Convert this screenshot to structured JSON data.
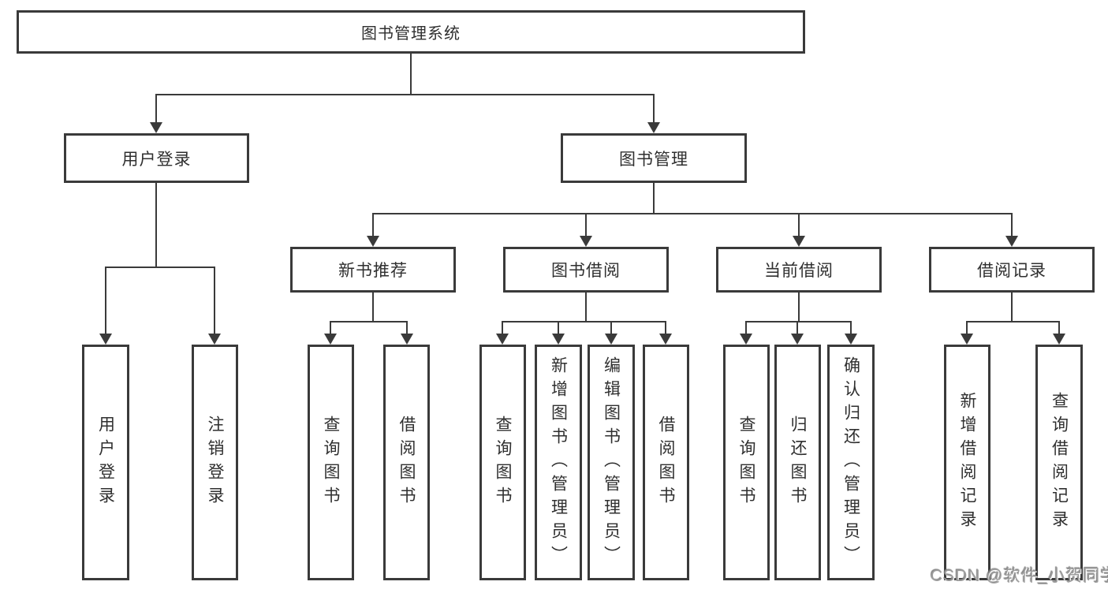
{
  "diagram": {
    "root": {
      "label": "图书管理系统"
    },
    "level2": [
      {
        "label": "用户登录"
      },
      {
        "label": "图书管理"
      }
    ],
    "level3": [
      {
        "label": "新书推荐"
      },
      {
        "label": "图书借阅"
      },
      {
        "label": "当前借阅"
      },
      {
        "label": "借阅记录"
      }
    ],
    "leaves": {
      "login": [
        {
          "label": "用户登录"
        },
        {
          "label": "注销登录"
        }
      ],
      "recommend": [
        {
          "label": "查询图书"
        },
        {
          "label": "借阅图书"
        }
      ],
      "borrow": [
        {
          "label": "查询图书"
        },
        {
          "label": "新增图书（管理员）"
        },
        {
          "label": "编辑图书（管理员）"
        },
        {
          "label": "借阅图书"
        }
      ],
      "current": [
        {
          "label": "查询图书"
        },
        {
          "label": "归还图书"
        },
        {
          "label": "确认归还（管理员）"
        }
      ],
      "records": [
        {
          "label": "新增借阅记录"
        },
        {
          "label": "查询借阅记录"
        }
      ]
    }
  },
  "watermark": {
    "text": "CSDN @软件_小贺同学"
  },
  "colors": {
    "line": "#3a3a3a",
    "text": "#2f2f2f",
    "background": "#ffffff",
    "watermark_gray": "#9c9c9c"
  }
}
